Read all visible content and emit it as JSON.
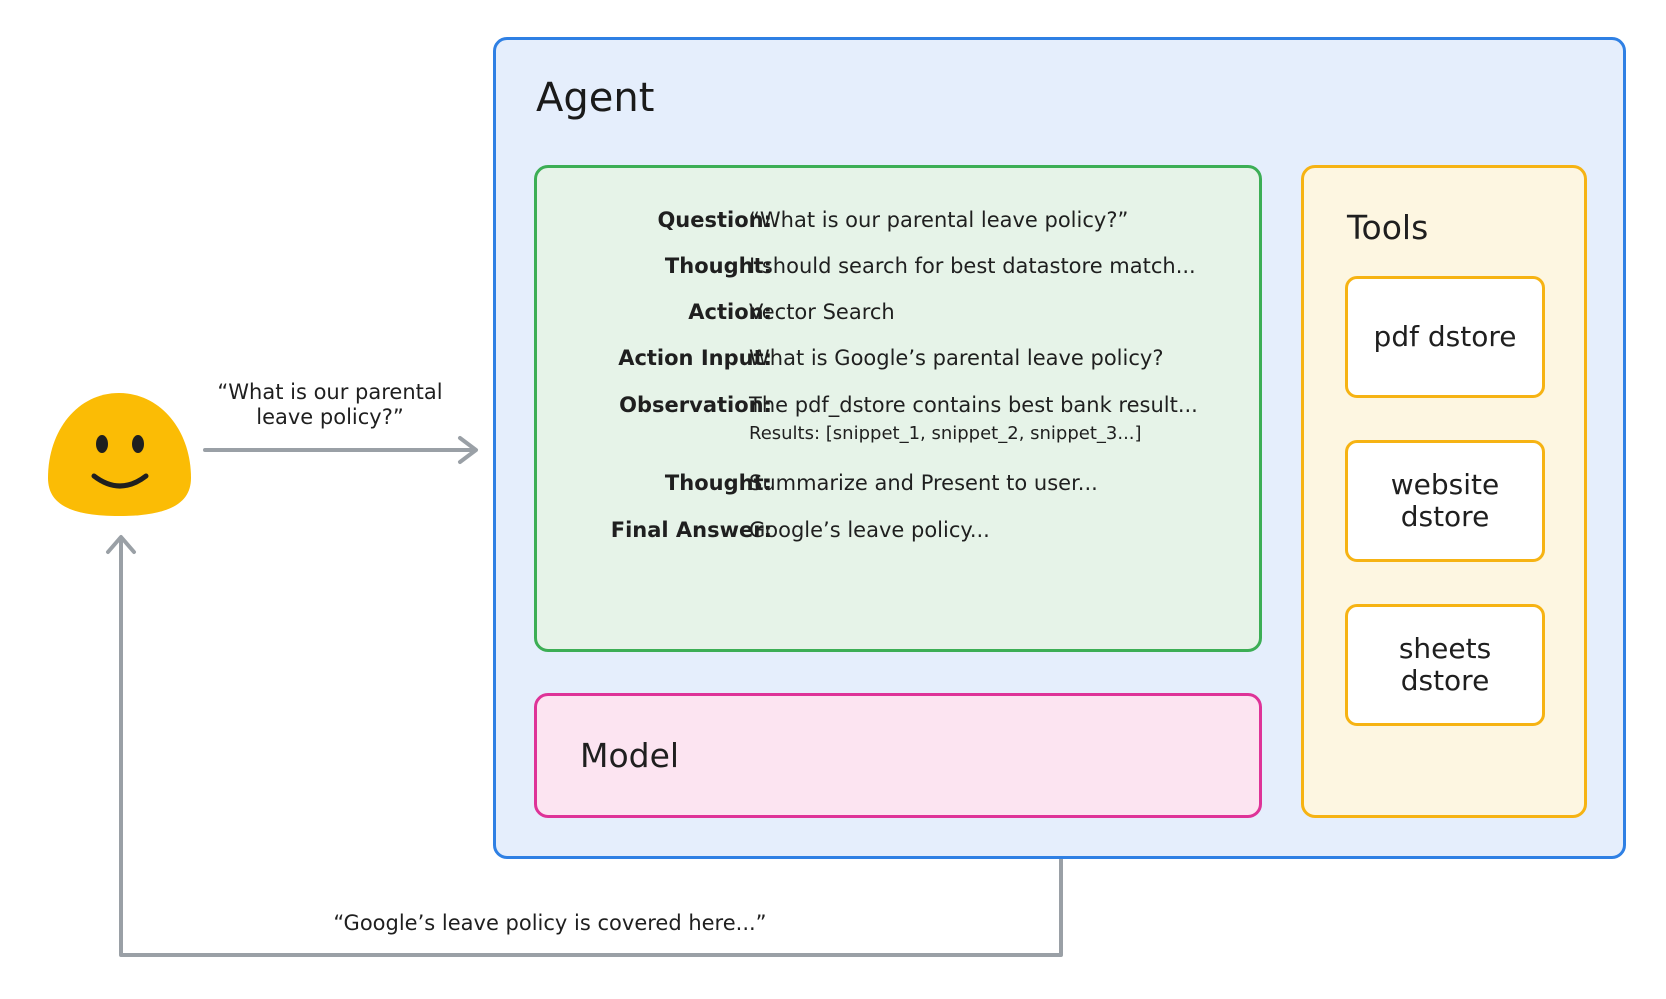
{
  "agent": {
    "title": "Agent",
    "border_color": "#2f80e4",
    "background_color": "#e5eefc"
  },
  "reasoning": {
    "border_color": "#3cae55",
    "background_color": "#e6f3e8",
    "rows": [
      {
        "label": "Question:",
        "value": "“What is our parental leave policy?”"
      },
      {
        "label": "Thought:",
        "value": "I should search for best datastore match..."
      },
      {
        "label": "Action:",
        "value": "Vector Search"
      },
      {
        "label": "Action Input:",
        "value": "What is Google’s parental leave policy?"
      },
      {
        "label": "Observation:",
        "value": "The pdf_dstore contains best bank result...",
        "sub": "Results: [snippet_1, snippet_2, snippet_3...]"
      },
      {
        "label": "Thought:",
        "value": "Summarize and Present to user..."
      },
      {
        "label": "Final Answer:",
        "value": "Google’s leave policy..."
      }
    ]
  },
  "model": {
    "label": "Model",
    "border_color": "#de3398",
    "background_color": "#fce4f1"
  },
  "tools": {
    "title": "Tools",
    "border_color": "#f6b313",
    "background_color": "#fdf6e1",
    "items": [
      {
        "label": "pdf dstore"
      },
      {
        "label": "website dstore"
      },
      {
        "label": "sheets dstore"
      }
    ]
  },
  "user": {
    "icon": "smiley-face-icon",
    "color": "#fbbc05"
  },
  "arrows": {
    "query_label": "“What is our parental leave policy?”",
    "response_label": "“Google’s leave policy is covered here...”",
    "color": "#9aa0a6"
  }
}
